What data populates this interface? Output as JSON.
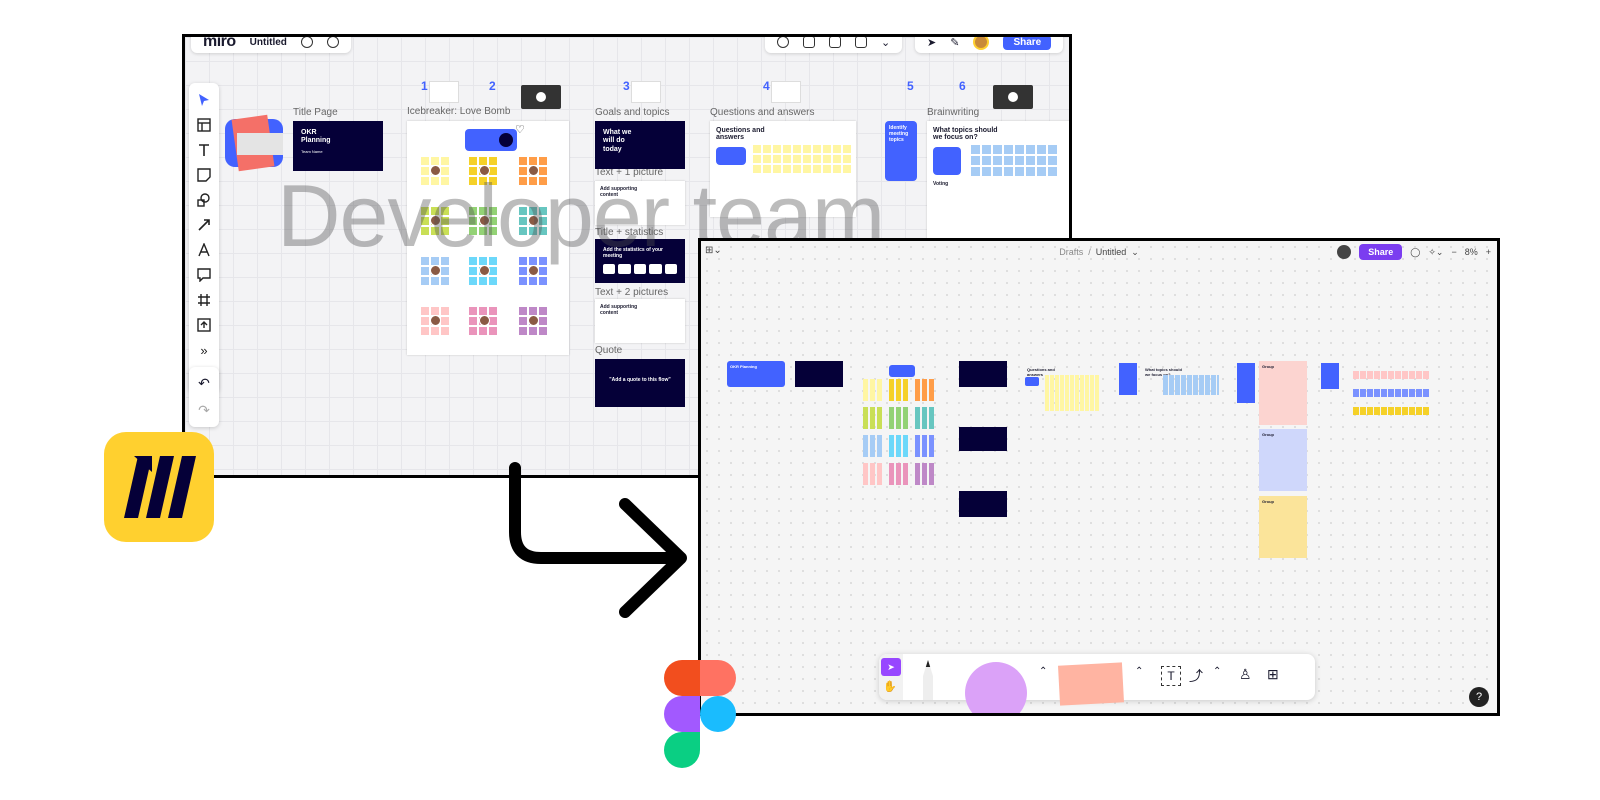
{
  "miro": {
    "logo": "miro",
    "board_title": "Untitled",
    "share_label": "Share",
    "watermark": "Developer team",
    "sections": [
      {
        "label": "Title Page"
      },
      {
        "label": "Icebreaker: Love Bomb"
      },
      {
        "label": "Goals and topics"
      },
      {
        "label": "Questions and answers"
      },
      {
        "label": "Brainwriting"
      },
      {
        "label": "Text + 1 picture"
      },
      {
        "label": "Title + statistics"
      },
      {
        "label": "Text + 2 pictures"
      },
      {
        "label": "Quote"
      }
    ],
    "steps": [
      "1",
      "2",
      "3",
      "4",
      "5",
      "6"
    ],
    "cards": {
      "okr_title": "OKR Planning",
      "okr_sub": "Team Name",
      "what_we_will_do": "What we will do today",
      "add_supporting": "Add supporting content",
      "add_statistics": "Add the statistics of your meeting",
      "add_supporting_2": "Add supporting content",
      "quote": "\"Add a quote to this flow\"",
      "questions": "Questions and answers",
      "what_topics": "What topics should we focus on?",
      "identify": "Identify meeting topics",
      "voting": "Voting"
    },
    "icons": [
      "select-cursor-icon",
      "template-icon",
      "text-icon",
      "sticky-note-icon",
      "shapes-icon",
      "arrow-icon",
      "pen-icon",
      "comment-icon",
      "frame-icon",
      "upload-icon",
      "more-tools-icon",
      "undo-icon",
      "redo-icon"
    ]
  },
  "figma": {
    "breadcrumb_parent": "Drafts",
    "breadcrumb_separator": "/",
    "file_name": "Untitled",
    "share_label": "Share",
    "zoom": "8%",
    "help": "?",
    "text_tool": "T",
    "cards": {
      "okr_title": "OKR Planning",
      "questions": "Questions and answers",
      "what_topics": "What topics should we focus on?",
      "group": "Group"
    }
  },
  "colors": {
    "miro_yellow": "#ffd02f",
    "miro_blue": "#4262ff",
    "miro_navy": "#050038",
    "figma_purple": "#7b3df0",
    "figma_red": "#f24e1e",
    "figma_orange": "#ff7262",
    "figma_violet": "#a259ff",
    "figma_blue": "#1abcfe",
    "figma_green": "#0acf83"
  }
}
